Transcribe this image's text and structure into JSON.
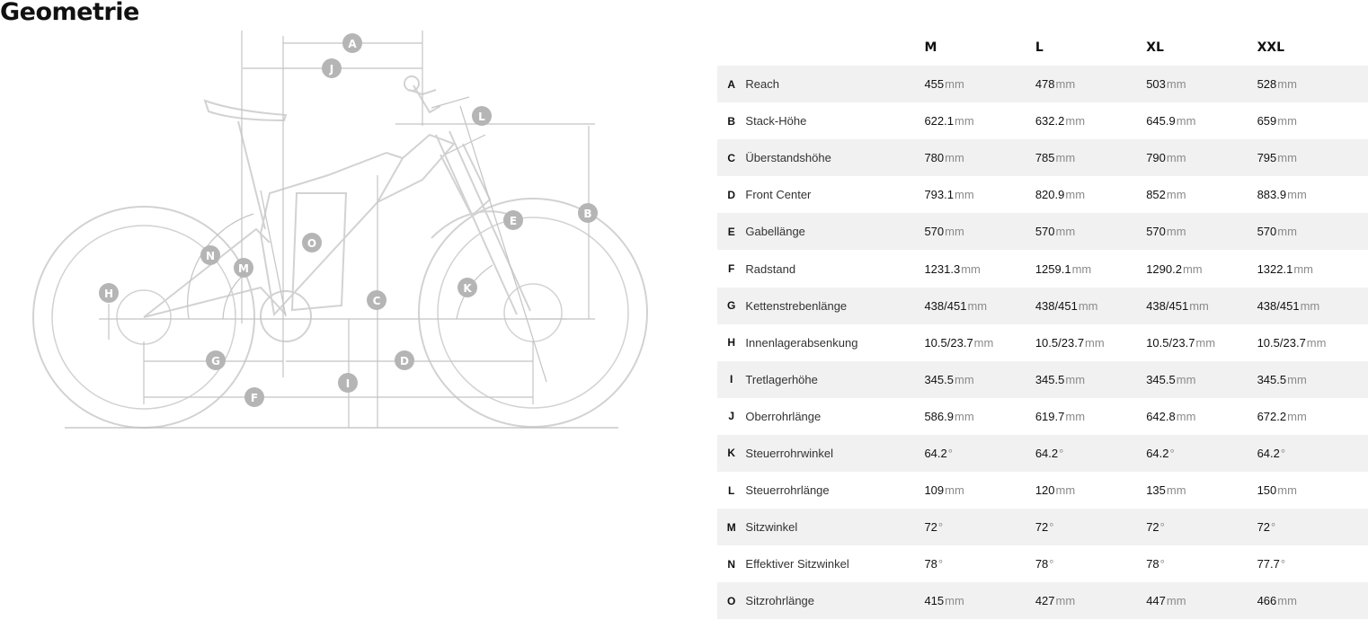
{
  "title": "Geometrie",
  "sizes": [
    "M",
    "L",
    "XL",
    "XXL"
  ],
  "rows": [
    {
      "letter": "A",
      "name": "Reach",
      "values": [
        "455",
        "478",
        "503",
        "528"
      ],
      "unit": "mm"
    },
    {
      "letter": "B",
      "name": "Stack-Höhe",
      "values": [
        "622.1",
        "632.2",
        "645.9",
        "659"
      ],
      "unit": "mm"
    },
    {
      "letter": "C",
      "name": "Überstandshöhe",
      "values": [
        "780",
        "785",
        "790",
        "795"
      ],
      "unit": "mm"
    },
    {
      "letter": "D",
      "name": "Front Center",
      "values": [
        "793.1",
        "820.9",
        "852",
        "883.9"
      ],
      "unit": "mm"
    },
    {
      "letter": "E",
      "name": "Gabellänge",
      "values": [
        "570",
        "570",
        "570",
        "570"
      ],
      "unit": "mm"
    },
    {
      "letter": "F",
      "name": "Radstand",
      "values": [
        "1231.3",
        "1259.1",
        "1290.2",
        "1322.1"
      ],
      "unit": "mm"
    },
    {
      "letter": "G",
      "name": "Kettenstrebenlänge",
      "values": [
        "438/451",
        "438/451",
        "438/451",
        "438/451"
      ],
      "unit": "mm"
    },
    {
      "letter": "H",
      "name": "Innenlagerabsenkung",
      "values": [
        "10.5/23.7",
        "10.5/23.7",
        "10.5/23.7",
        "10.5/23.7"
      ],
      "unit": "mm"
    },
    {
      "letter": "I",
      "name": "Tretlagerhöhe",
      "values": [
        "345.5",
        "345.5",
        "345.5",
        "345.5"
      ],
      "unit": "mm"
    },
    {
      "letter": "J",
      "name": "Oberrohrlänge",
      "values": [
        "586.9",
        "619.7",
        "642.8",
        "672.2"
      ],
      "unit": "mm"
    },
    {
      "letter": "K",
      "name": "Steuerrohrwinkel",
      "values": [
        "64.2",
        "64.2",
        "64.2",
        "64.2"
      ],
      "unit": "°"
    },
    {
      "letter": "L",
      "name": "Steuerrohrlänge",
      "values": [
        "109",
        "120",
        "135",
        "150"
      ],
      "unit": "mm"
    },
    {
      "letter": "M",
      "name": "Sitzwinkel",
      "values": [
        "72",
        "72",
        "72",
        "72"
      ],
      "unit": "°"
    },
    {
      "letter": "N",
      "name": "Effektiver Sitzwinkel",
      "values": [
        "78",
        "78",
        "78",
        "77.7"
      ],
      "unit": "°"
    },
    {
      "letter": "O",
      "name": "Sitzrohrlänge",
      "values": [
        "415",
        "427",
        "447",
        "466"
      ],
      "unit": "mm"
    }
  ],
  "diagram_labels": [
    "A",
    "J",
    "L",
    "B",
    "E",
    "N",
    "M",
    "O",
    "H",
    "C",
    "K",
    "G",
    "D",
    "I",
    "F"
  ],
  "colors": {
    "marker": "#b5b5b5",
    "line": "#c8c8c8",
    "stripe": "#f1f1f1",
    "unit": "#8a8a8a"
  }
}
